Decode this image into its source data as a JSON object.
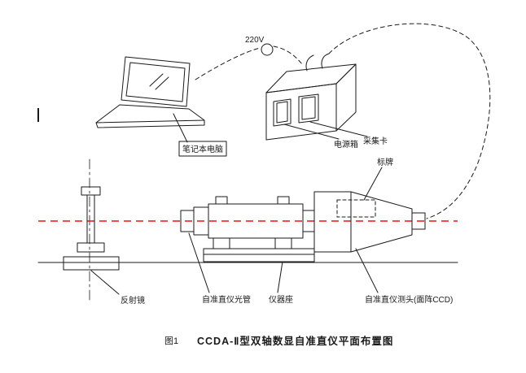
{
  "figure": {
    "fig_label": "图1",
    "title": "CCDA-Ⅱ型双轴数显自准直仪平面布置图"
  },
  "labels": {
    "voltage": "220V",
    "laptop": "笔记本电脑",
    "power_box": "电源箱",
    "capture_card": "采集卡",
    "nameplate": "标牌",
    "reflector": "反射镜",
    "collimator_tube": "自准直仪光管",
    "instrument_base": "仪器座",
    "ccd_head": "自准直仪测头(面阵CCD)"
  },
  "colors": {
    "line": "#1a1a1a",
    "axis_line": "#e81414",
    "background": "#ffffff"
  }
}
